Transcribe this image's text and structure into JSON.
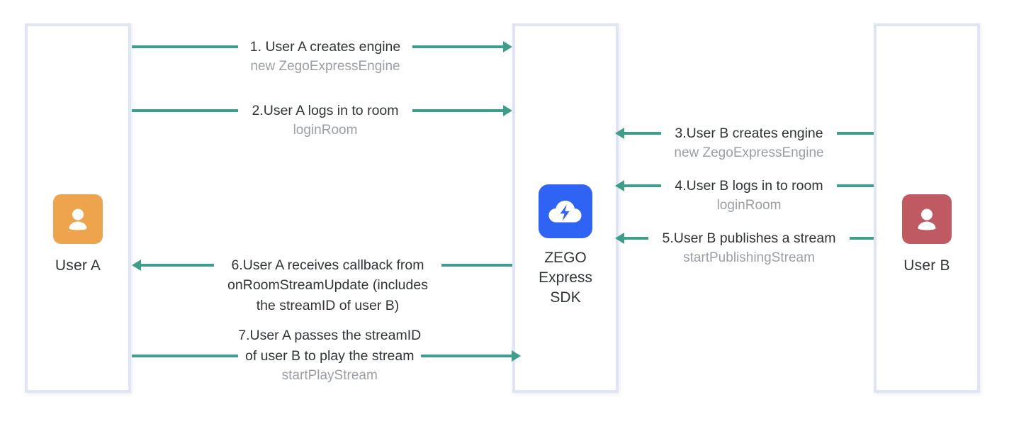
{
  "diagram": {
    "title": "ZEGO Express SDK one-to-one call flow",
    "colors": {
      "arrow": "#3d9e8c",
      "lane_border": "#dfe5f5",
      "user_a_avatar": "#eda44c",
      "user_b_avatar": "#bf5a62",
      "sdk_tile": "#2f63f4",
      "label_text": "#2f3436",
      "sublabel_text": "#9a9fa4",
      "background": "#ffffff"
    }
  },
  "lanes": {
    "user_a": {
      "caption": "User A",
      "icon": "person-icon"
    },
    "sdk": {
      "caption_lines": [
        "ZEGO",
        "Express",
        "SDK"
      ],
      "icon": "cloud-lightning-icon"
    },
    "user_b": {
      "caption": "User B",
      "icon": "person-icon"
    }
  },
  "steps": [
    {
      "id": "step-1",
      "number": "1.",
      "label": "1. User A creates engine",
      "sublabel": "new ZegoExpressEngine",
      "side": "left",
      "direction": "right",
      "from": "User A",
      "to": "ZEGO Express SDK"
    },
    {
      "id": "step-2",
      "number": "2.",
      "label": "2.User A logs in to room",
      "sublabel": "loginRoom",
      "side": "left",
      "direction": "right",
      "from": "User A",
      "to": "ZEGO Express SDK"
    },
    {
      "id": "step-3",
      "number": "3.",
      "label": "3.User B creates engine",
      "sublabel": "new ZegoExpressEngine",
      "side": "right",
      "direction": "left",
      "from": "User B",
      "to": "ZEGO Express SDK"
    },
    {
      "id": "step-4",
      "number": "4.",
      "label": "4.User B logs in to room",
      "sublabel": "loginRoom",
      "side": "right",
      "direction": "left",
      "from": "User B",
      "to": "ZEGO Express SDK"
    },
    {
      "id": "step-5",
      "number": "5.",
      "label": "5.User B publishes a stream",
      "sublabel": "startPublishingStream",
      "side": "right",
      "direction": "left",
      "from": "User B",
      "to": "ZEGO Express SDK"
    },
    {
      "id": "step-6",
      "number": "6.",
      "label_lines": [
        "6.User A receives callback from",
        "onRoomStreamUpdate (includes",
        "the streamID of user B)"
      ],
      "sublabel": "",
      "side": "left",
      "direction": "left",
      "from": "ZEGO Express SDK",
      "to": "User A"
    },
    {
      "id": "step-7",
      "number": "7.",
      "label_lines": [
        "7.User A passes the streamID",
        "of user B to play the stream"
      ],
      "sublabel": "startPlayStream",
      "side": "left",
      "direction": "right",
      "from": "User A",
      "to": "ZEGO Express SDK"
    }
  ],
  "step_text": {
    "s1_label": "1. User A creates engine",
    "s1_sub": "new ZegoExpressEngine",
    "s2_label": "2.User A logs in to room",
    "s2_sub": "loginRoom",
    "s3_label": "3.User B creates engine",
    "s3_sub": "new ZegoExpressEngine",
    "s4_label": "4.User B logs in to room",
    "s4_sub": "loginRoom",
    "s5_label": "5.User B publishes a stream",
    "s5_sub": "startPublishingStream",
    "s6_l1": "6.User A receives callback from",
    "s6_l2": "onRoomStreamUpdate (includes",
    "s6_l3": "the streamID of user B)",
    "s7_l1": "7.User A passes the streamID",
    "s7_l2": "of user B to play the stream",
    "s7_sub": "startPlayStream"
  }
}
